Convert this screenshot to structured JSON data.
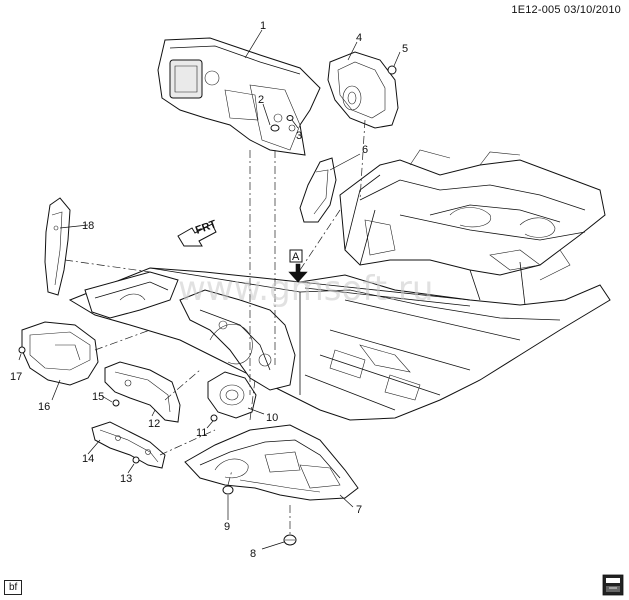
{
  "header": {
    "doc_code": "1E12-005 03/10/2010"
  },
  "footer": {
    "tag": "bf"
  },
  "watermark": {
    "text": "www.gmsoft.ru"
  },
  "labels": {
    "frt": "FRT",
    "view_a": "A"
  },
  "callouts": [
    "1",
    "2",
    "3",
    "4",
    "5",
    "6",
    "7",
    "8",
    "9",
    "10",
    "11",
    "12",
    "13",
    "14",
    "15",
    "16",
    "17",
    "18"
  ]
}
